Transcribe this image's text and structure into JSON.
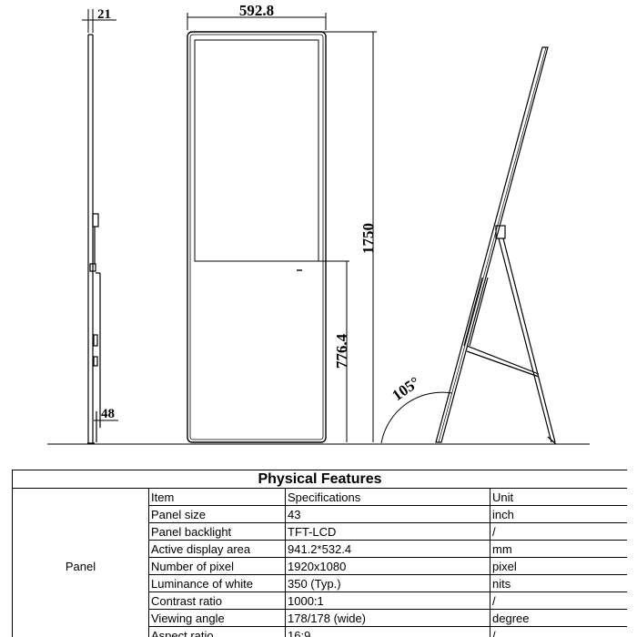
{
  "drawing": {
    "dimensions": {
      "thickness": "21",
      "width": "592.8",
      "height": "1750",
      "screen_bottom_height": "776.4",
      "stand_depth": "48",
      "tilt_angle": "105°"
    }
  },
  "table": {
    "title": "Physical Features",
    "group_label": "Panel",
    "header": {
      "item": "Item",
      "spec": "Specifications",
      "unit": "Unit"
    },
    "rows": [
      {
        "item": "Panel size",
        "spec": "43",
        "unit": "inch"
      },
      {
        "item": "Panel backlight",
        "spec": "TFT-LCD",
        "unit": "/"
      },
      {
        "item": "Active display area",
        "spec": "941.2*532.4",
        "unit": "mm"
      },
      {
        "item": "Number of pixel",
        "spec": "1920x1080",
        "unit": "pixel"
      },
      {
        "item": "Luminance of white",
        "spec": "350 (Typ.)",
        "unit": "nits"
      },
      {
        "item": "Contrast ratio",
        "spec": "1000:1",
        "unit": "/"
      },
      {
        "item": "Viewing angle",
        "spec": "178/178 (wide)",
        "unit": "degree"
      },
      {
        "item": "Aspect ratio",
        "spec": "16:9",
        "unit": "/"
      }
    ]
  }
}
